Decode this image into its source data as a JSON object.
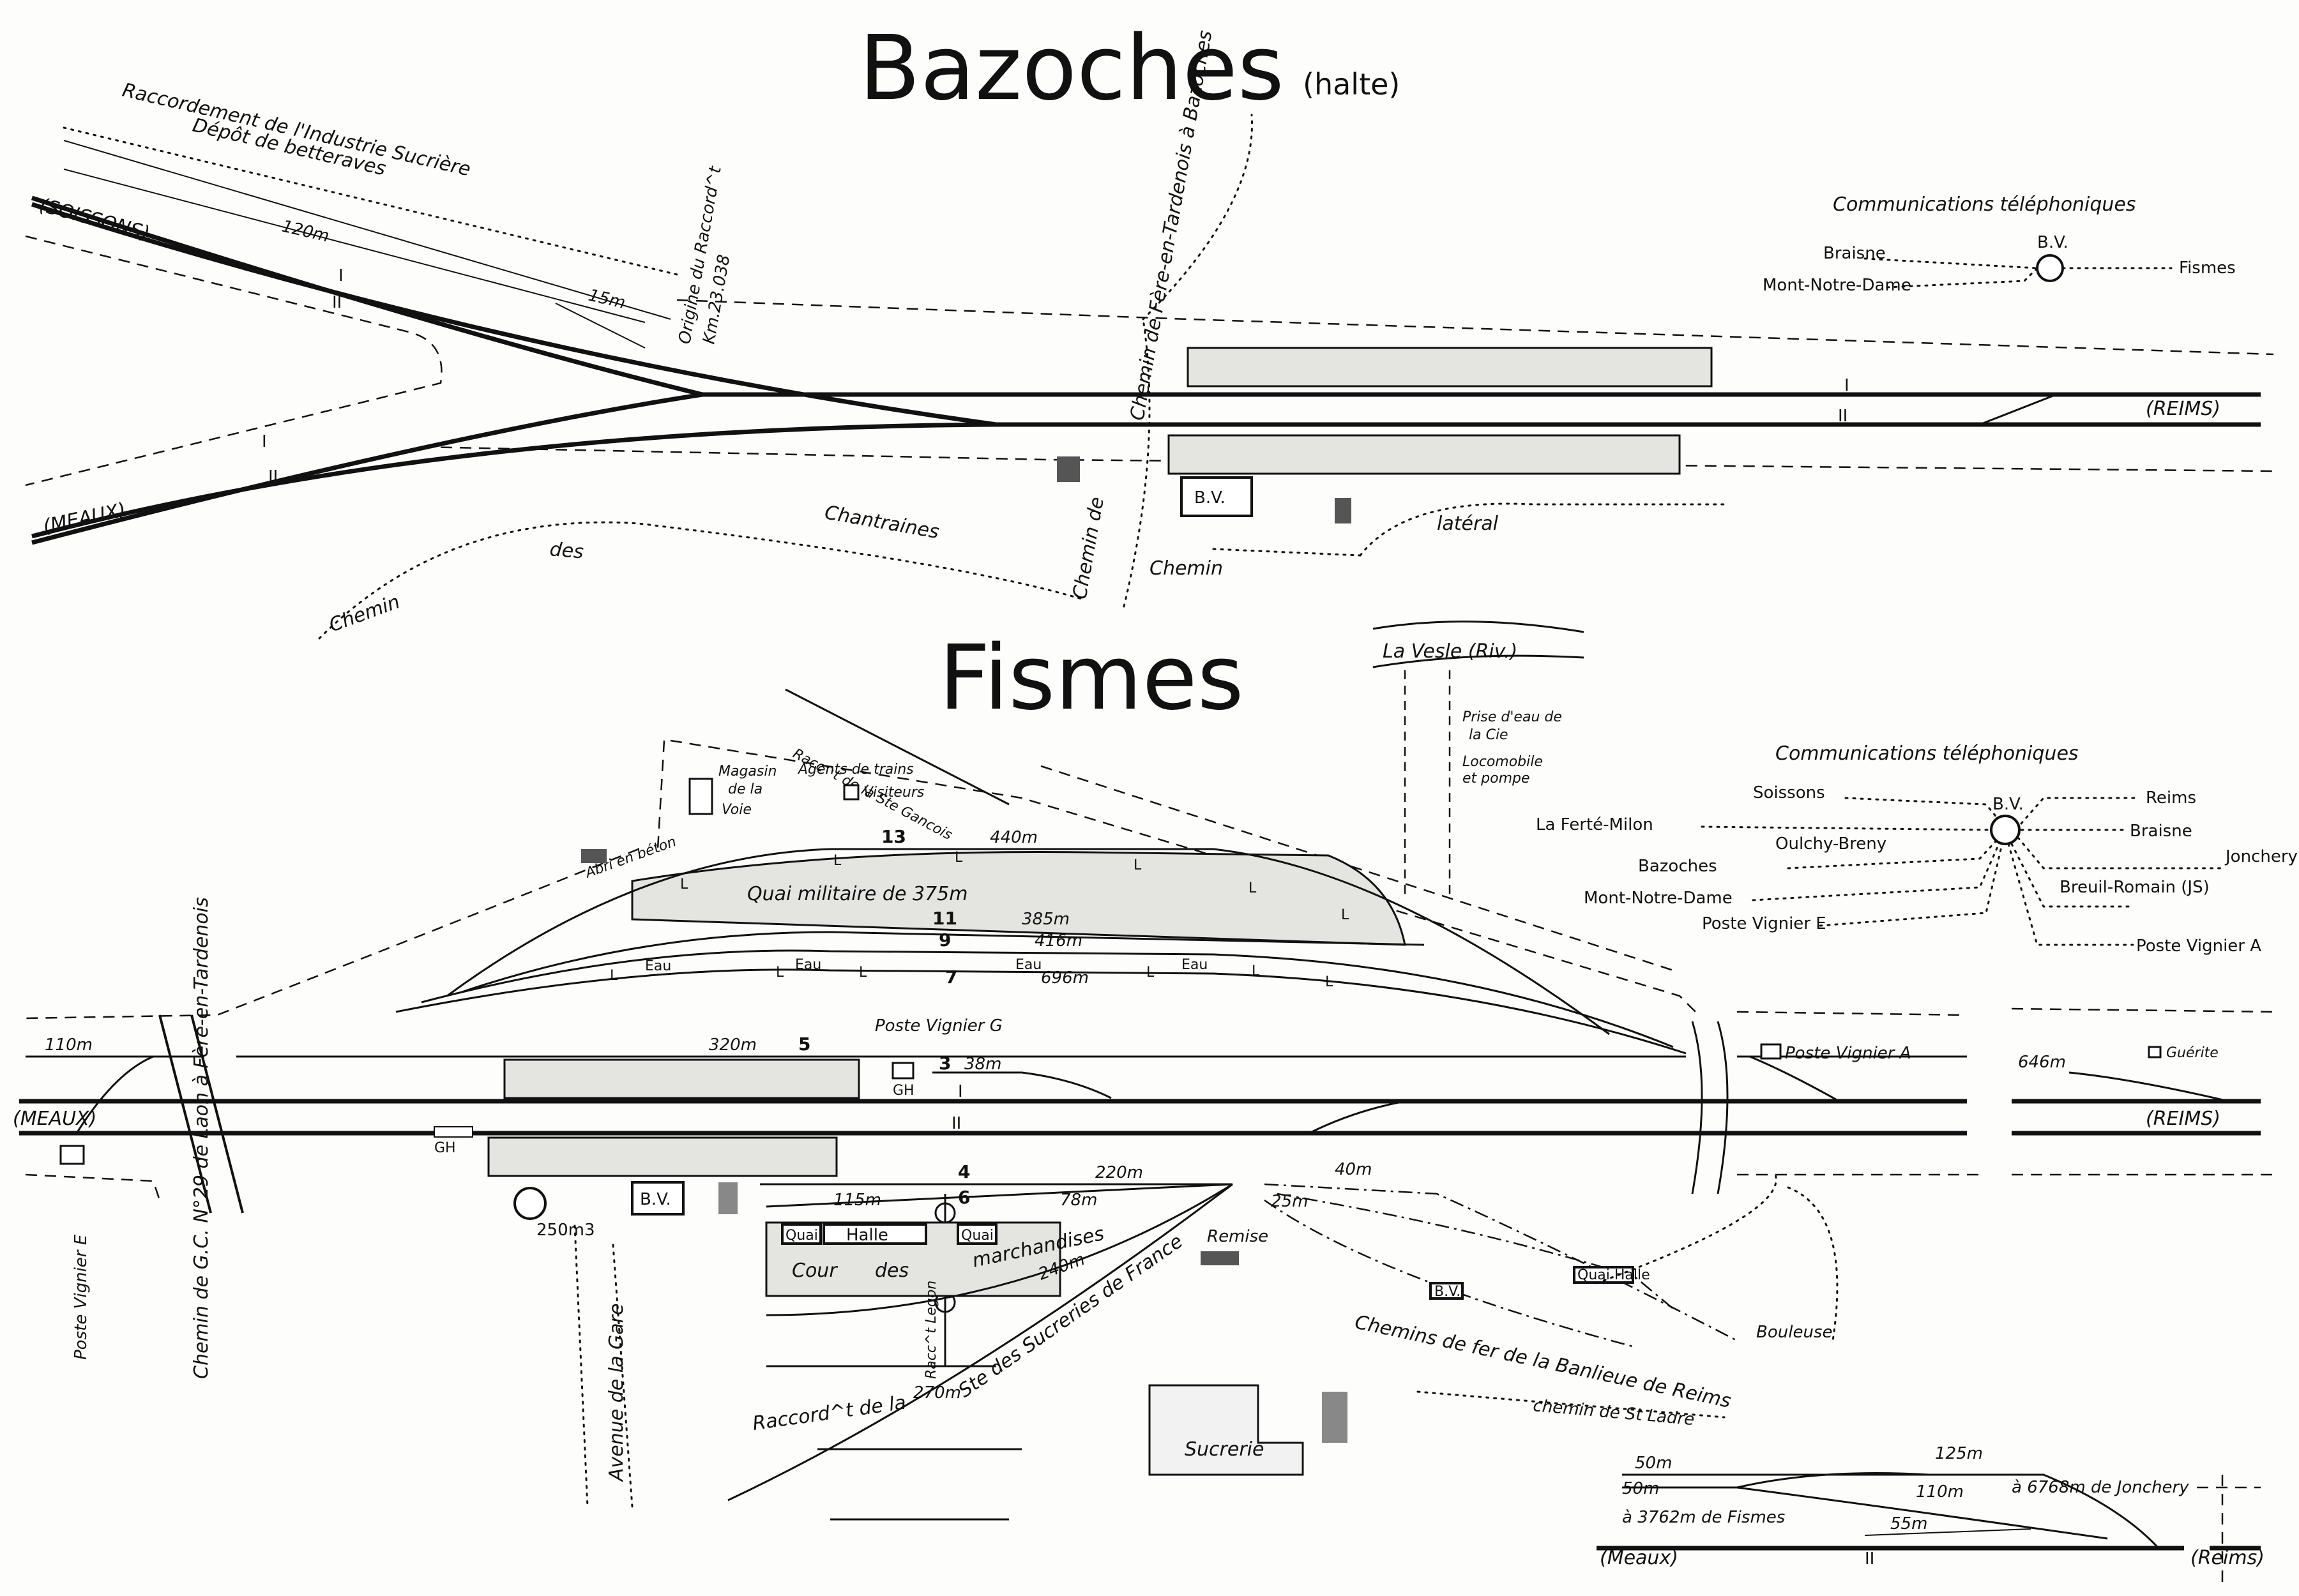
{
  "bazoches": {
    "title": "Bazoches",
    "subtitle": "(halte)",
    "raccordement_1": "Raccordement de l'Industrie Sucrière",
    "raccordement_2": "Dépôt de betteraves",
    "origine_1": "Origine du Raccord^t",
    "origine_2": "Km.23.038",
    "len_120": "120m",
    "len_15": "15m",
    "soissons": "(SOISSONS)",
    "meaux": "(MEAUX)",
    "reims": "(REIMS)",
    "track_1": "I",
    "track_2": "II",
    "road_fere": "Chemin de Fère-en-Tardenois à Bazoches",
    "road_chemin_de": "Chemin de",
    "road_chemin": "Chemin",
    "road_des": "des",
    "road_chantraines": "Chantraines",
    "road_lateral": "latéral",
    "road_chemin2": "Chemin",
    "bv": "B.V.",
    "comm_title": "Communications téléphoniques",
    "comm_braisne": "Braisne",
    "comm_mont": "Mont-Notre-Dame",
    "comm_fismes": "Fismes",
    "comm_bv": "B.V."
  },
  "fismes": {
    "title": "Fismes",
    "vesle": "La Vesle (Riv.)",
    "prise_1": "Prise d'eau de",
    "prise_2": "la Cie",
    "loco_1": "Locomobile",
    "loco_2": "et pompe",
    "racc_gancois": "Racc^t de la Ste Gancois",
    "magasin_1": "Magasin",
    "magasin_2": "de la",
    "magasin_3": "Voie",
    "agents_1": "Agents de trains",
    "agents_2": "Visiteurs",
    "abri": "Abri en béton",
    "quai_militaire": "Quai militaire de 375m",
    "t13": "13",
    "t11": "11",
    "t9": "9",
    "t7": "7",
    "t5": "5",
    "t3": "3",
    "t4": "4",
    "t6": "6",
    "t1": "I",
    "t2": "II",
    "len_440": "440m",
    "len_385": "385m",
    "len_416": "416m",
    "len_696": "696m",
    "len_320": "320m",
    "len_38": "38m",
    "len_110": "110m",
    "len_220": "220m",
    "len_115": "115m",
    "len_78": "78m",
    "len_40": "40m",
    "len_25": "25m",
    "len_240": "240m",
    "len_270": "270m",
    "len_646": "646m",
    "poste_g": "Poste Vignier G",
    "poste_a": "Poste Vignier A",
    "poste_e": "Poste Vignier E",
    "guerite": "Guérite",
    "gh": "GH",
    "bv": "B.V.",
    "reservoir": "250m3",
    "quai_halle_1": "Quai",
    "halle": "Halle",
    "quai_halle_2": "Quai",
    "cour_1": "Cour",
    "cour_2": "des",
    "cour_3": "marchandises",
    "remise": "Remise",
    "bv_small": "B.V.",
    "quai_halle_small": "Quai Halle",
    "bouleuse": "Bouleuse",
    "banlieue": "Chemins de fer de la Banlieue de Reims",
    "ladre": "chemin de St Ladre",
    "sucrerie": "Sucrerie",
    "racc_sucreries_1": "Raccord^t de la",
    "racc_sucreries_2": "Ste des Sucreries de France",
    "racc_legon": "Racc^t Legon",
    "gc": "Chemin de G.C. N°29 de Laon à Fère-en-Tardenois",
    "avenue": "Avenue de la Gare",
    "meaux": "(MEAUX)",
    "reims": "(REIMS)",
    "eau": "Eau",
    "lamp": "L",
    "comm_title": "Communications téléphoniques",
    "comm_soissons": "Soissons",
    "comm_ferte": "La Ferté-Milon",
    "comm_oulchy": "Oulchy-Breny",
    "comm_bazoches": "Bazoches",
    "comm_mont": "Mont-Notre-Dame",
    "comm_poste_e": "Poste Vignier E",
    "comm_reims": "Reims",
    "comm_braisne": "Braisne",
    "comm_jonchery": "Jonchery",
    "comm_breuil": "Breuil-Romain (JS)",
    "comm_poste_a": "Poste Vignier A",
    "comm_bv": "B.V."
  },
  "inset": {
    "len_125": "125m",
    "len_50a": "50m",
    "len_50b": "50m",
    "len_110": "110m",
    "len_55": "55m",
    "jonchery": "à 6768m de Jonchery",
    "fismes": "à 3762m de Fismes",
    "meaux": "(Meaux)",
    "reims": "(Reims)",
    "track_2": "II"
  }
}
